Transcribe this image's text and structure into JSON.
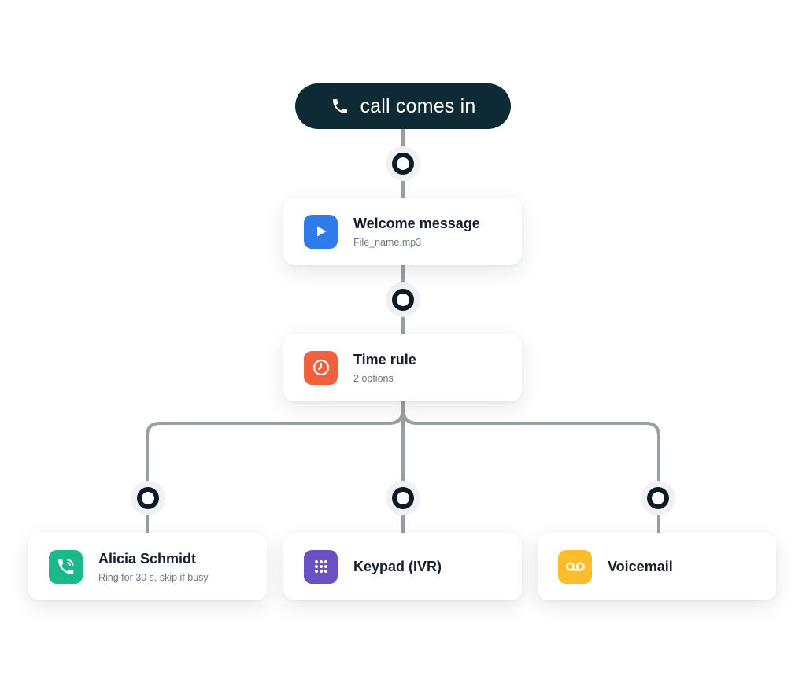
{
  "start": {
    "label": "call comes in",
    "icon": "phone-icon"
  },
  "nodes": {
    "welcome": {
      "title": "Welcome message",
      "subtitle": "File_name.mp3",
      "icon": "play-icon",
      "color": "#2f7bea"
    },
    "time_rule": {
      "title": "Time rule",
      "subtitle": "2 options",
      "icon": "clock-icon",
      "color": "#f4603e"
    },
    "alicia": {
      "title": "Alicia Schmidt",
      "subtitle": "Ring for 30 s, skip if busy",
      "icon": "phone-ringing-icon",
      "color": "#1bb88c"
    },
    "keypad": {
      "title": "Keypad (IVR)",
      "icon": "keypad-icon",
      "color": "#6b4fc4"
    },
    "voicemail": {
      "title": "Voicemail",
      "icon": "voicemail-icon",
      "color": "#fbbd2b"
    }
  },
  "colors": {
    "pill": "#0e2a35",
    "connector": "#9a9ea5",
    "dot": "#0f1b24"
  }
}
